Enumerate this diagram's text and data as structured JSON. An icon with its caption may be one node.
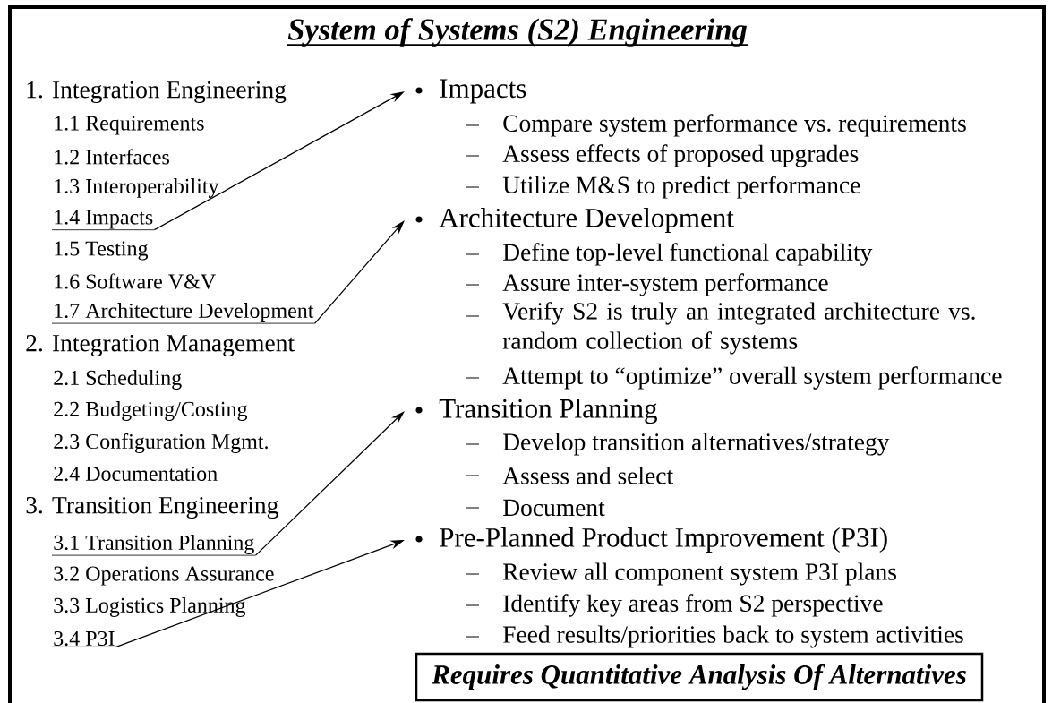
{
  "diagram": {
    "title": "System of Systems (S2) Engineering",
    "nodes": [
      {
        "text": [
          "1.4 Impacts"
        ]
      },
      {
        "text": [
          "Impacts"
        ]
      },
      {
        "text": [
          "1.7 Architecture Development"
        ]
      },
      {
        "text": [
          "Architecture Development"
        ]
      },
      {
        "text": [
          "3.1 Transition Planning"
        ]
      },
      {
        "text": [
          "Transition Planning"
        ]
      },
      {
        "text": [
          "3.4 P3I"
        ]
      },
      {
        "text": [
          "Pre-Planned Product Improvement (P3I)"
        ]
      },
      {
        "text": [
          "Requires Quantitative Analysis Of Alternatives"
        ]
      }
    ],
    "edges": [
      {
        "from": 0,
        "to": 1,
        "arrow": "to"
      },
      {
        "from": 2,
        "to": 3,
        "arrow": "to"
      },
      {
        "from": 4,
        "to": 5,
        "arrow": "to"
      },
      {
        "from": 6,
        "to": 7,
        "arrow": "to"
      }
    ],
    "labels": [
      "1. Integration Engineering",
      "1.1 Requirements",
      "1.2 Interfaces",
      "1.3 Interoperability",
      "1.5 Testing",
      "1.6 Software V&V",
      "2. Integration Management",
      "2.1 Scheduling",
      "2.2 Budgeting/Costing",
      "2.3 Configuration Mgmt.",
      "2.4 Documentation",
      "3. Transition Engineering",
      "3.2 Operations Assurance",
      "3.3 Logistics Planning",
      "Compare system performance vs. requirements",
      "Assess effects of proposed upgrades",
      "Utilize M&S to predict performance",
      "Define top-level functional capability",
      "Assure inter-system performance",
      "Verify S2 is truly an integrated architecture vs. random collection of systems",
      "Attempt to “optimize” overall system performance",
      "Develop transition alternatives/strategy",
      "Assess and select",
      "Document",
      "Review all component system P3I plans",
      "Identify key areas from S2 perspective",
      "Feed results/priorities back to system activities"
    ]
  }
}
